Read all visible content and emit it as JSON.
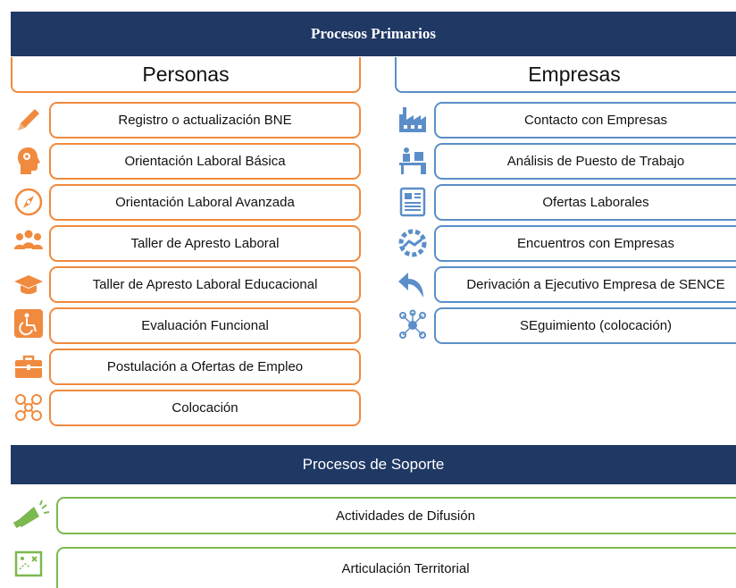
{
  "primary_title": "Procesos Primarios",
  "support_title": "Procesos de Soporte",
  "personas": {
    "header": "Personas",
    "items": [
      {
        "label": "Registro o actualización BNE",
        "icon": "pencil-icon"
      },
      {
        "label": "Orientación Laboral Básica",
        "icon": "head-gears-icon"
      },
      {
        "label": "Orientación Laboral Avanzada",
        "icon": "compass-icon"
      },
      {
        "label": "Taller de Apresto Laboral",
        "icon": "group-people-icon"
      },
      {
        "label": "Taller de Apresto Laboral Educacional",
        "icon": "graduation-cap-icon"
      },
      {
        "label": "Evaluación Funcional",
        "icon": "wheelchair-icon"
      },
      {
        "label": "Postulación a Ofertas de Empleo",
        "icon": "briefcase-icon"
      },
      {
        "label": "Colocación",
        "icon": "network-people-icon"
      }
    ]
  },
  "empresas": {
    "header": "Empresas",
    "items": [
      {
        "label": "Contacto con Empresas",
        "icon": "factory-icon"
      },
      {
        "label": "Análisis de Puesto de Trabajo",
        "icon": "desk-icon"
      },
      {
        "label": "Ofertas Laborales",
        "icon": "newspaper-icon"
      },
      {
        "label": "Encuentros con Empresas",
        "icon": "handshake-gear-icon"
      },
      {
        "label": "Derivación a Ejecutivo Empresa de SENCE",
        "icon": "undo-arrow-icon"
      },
      {
        "label": "SEguimiento (colocación)",
        "icon": "hub-network-icon"
      }
    ]
  },
  "soporte": {
    "items": [
      {
        "label": "Actividades de Difusión",
        "icon": "megaphone-icon"
      },
      {
        "label": "Articulación Territorial",
        "icon": "map-icon"
      }
    ]
  },
  "colors": {
    "navy": "#1f3864",
    "orange": "#f08a3e",
    "blue": "#5b8ec9",
    "green": "#7cb850"
  }
}
